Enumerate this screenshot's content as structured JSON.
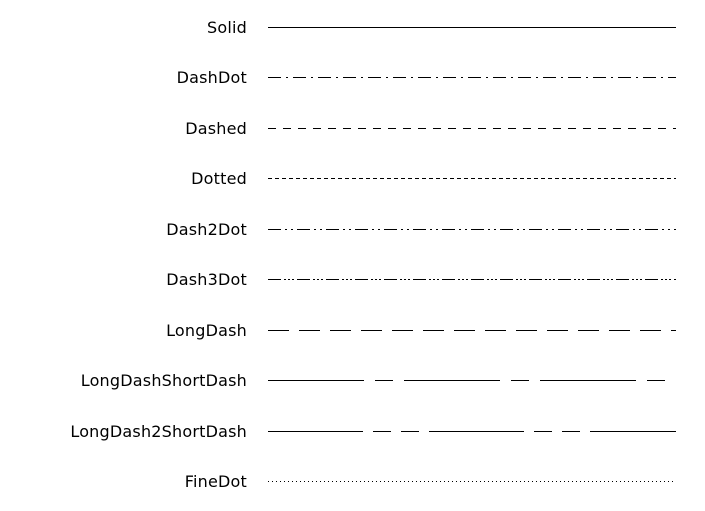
{
  "page": {
    "background": "#ffffff",
    "line_color": "#000000",
    "line_width": 1,
    "line_length": 408
  },
  "line_styles": [
    {
      "label": "Solid",
      "dash": ""
    },
    {
      "label": "DashDot",
      "dash": "13 5 2 5"
    },
    {
      "label": "Dashed",
      "dash": "8 7"
    },
    {
      "label": "Dotted",
      "dash": "4 3"
    },
    {
      "label": "Dash2Dot",
      "dash": "13 4 2 4 2 4"
    },
    {
      "label": "Dash3Dot",
      "dash": "13 3 2 2 2 2 2 3"
    },
    {
      "label": "LongDash",
      "dash": "21 10"
    },
    {
      "label": "LongDashShortDash",
      "dash": "96 11 18 11"
    },
    {
      "label": "LongDash2ShortDash",
      "dash": "95 10 18 10 18 10"
    },
    {
      "label": "FineDot",
      "dash": "1 3"
    }
  ]
}
